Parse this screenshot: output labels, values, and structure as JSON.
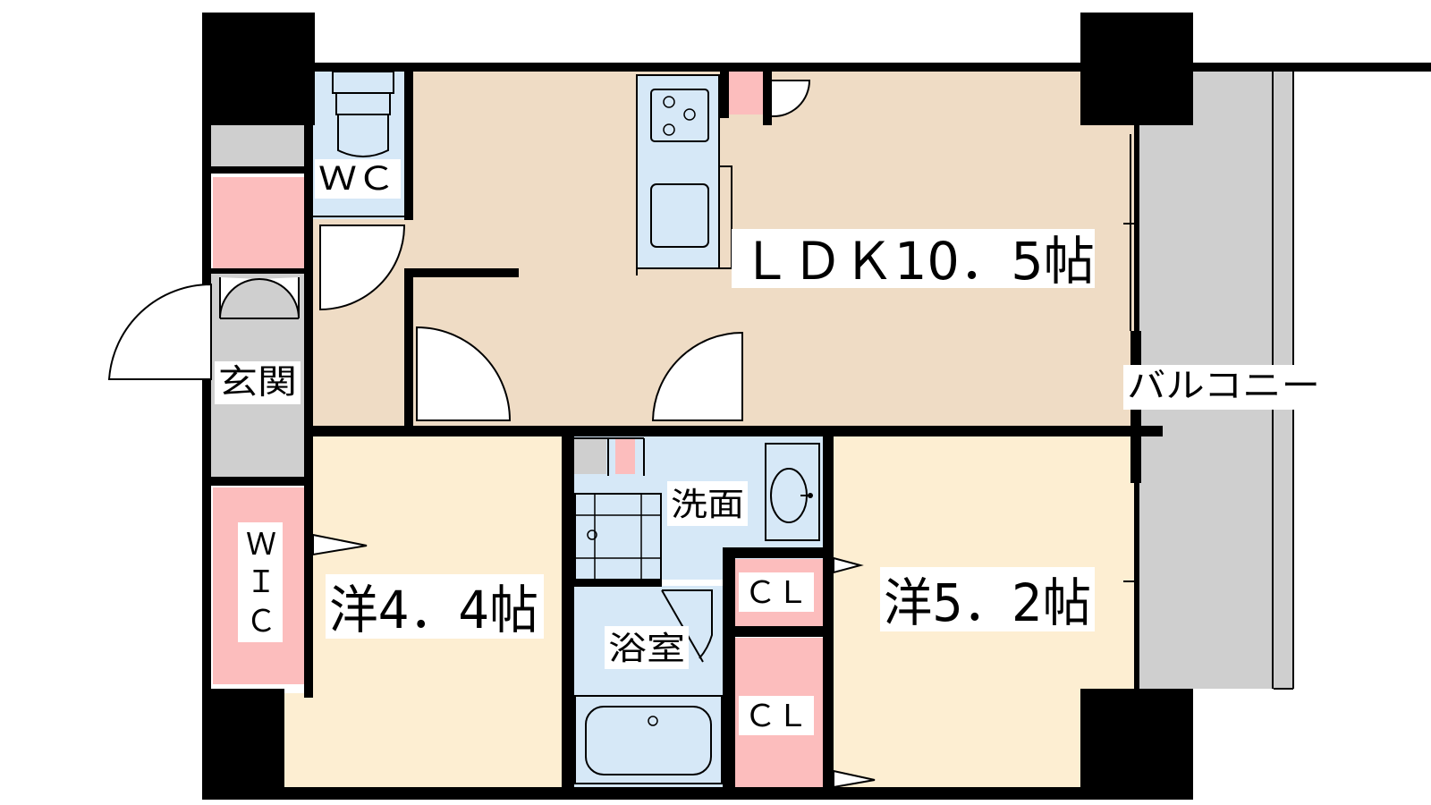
{
  "floorplan": {
    "rooms": {
      "ldk": "ＬＤＫ10．5帖",
      "wc": "ＷＣ",
      "genkan": "玄関",
      "wic_w": "Ｗ",
      "wic_i": "Ｉ",
      "wic_c": "Ｃ",
      "western1": "洋4．4帖",
      "western2": "洋5．2帖",
      "senmen": "洗面",
      "yokushitsu": "浴室",
      "cl_1": "ＣＬ",
      "cl_2": "ＣＬ",
      "balcony": "バルコニー"
    },
    "colors": {
      "ldk_floor": "#efdcc5",
      "western_floor": "#fdeed2",
      "wet_area": "#d6e8f7",
      "storage": "#fcbdbd",
      "balcony": "#cfcfcf",
      "entrance": "#cfcfcf",
      "wall": "#000000"
    }
  }
}
